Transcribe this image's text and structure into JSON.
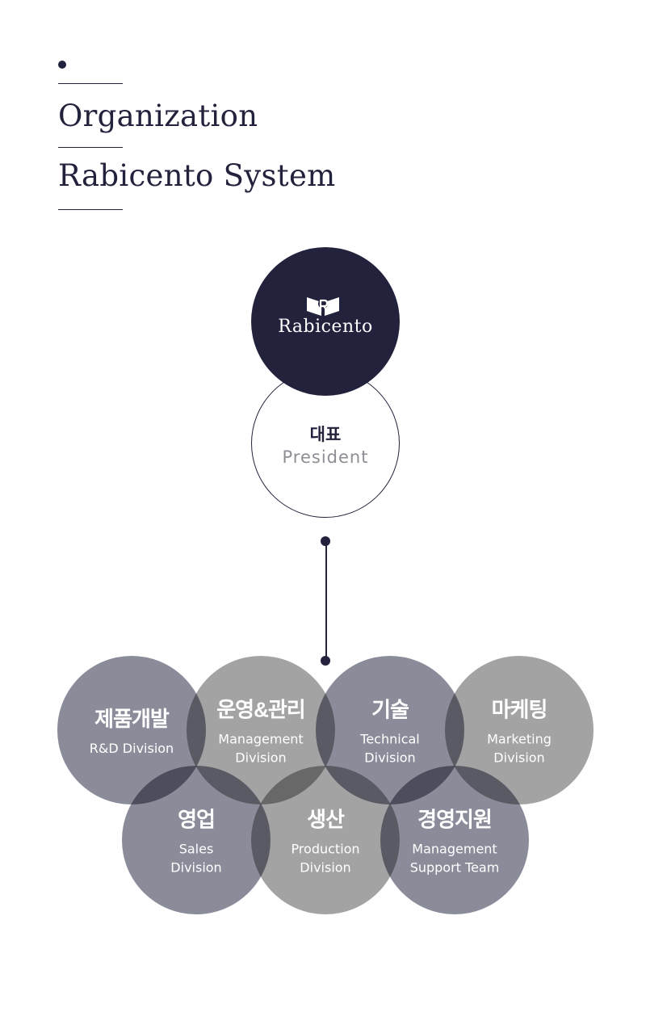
{
  "heading": {
    "line1": "Organization",
    "line2": "Rabicento System"
  },
  "logo": {
    "text": "Rabicento",
    "icon": "rabicento-book-r-icon"
  },
  "president": {
    "korean": "대표",
    "english": "President"
  },
  "colors": {
    "navy": "#22223d",
    "slate_circle": "#8b8c9a",
    "gray_circle": "#a3a3a3",
    "muted_text": "#8e8e96"
  },
  "divisions": [
    {
      "korean": "제품개발",
      "english": "R&D Division"
    },
    {
      "korean": "운영&관리",
      "english": "Management\nDivision"
    },
    {
      "korean": "기술",
      "english": "Technical\nDivision"
    },
    {
      "korean": "마케팅",
      "english": "Marketing\nDivision"
    },
    {
      "korean": "영업",
      "english": "Sales\nDivision"
    },
    {
      "korean": "생산",
      "english": "Production\nDivision"
    },
    {
      "korean": "경영지원",
      "english": "Management\nSupport Team"
    }
  ]
}
